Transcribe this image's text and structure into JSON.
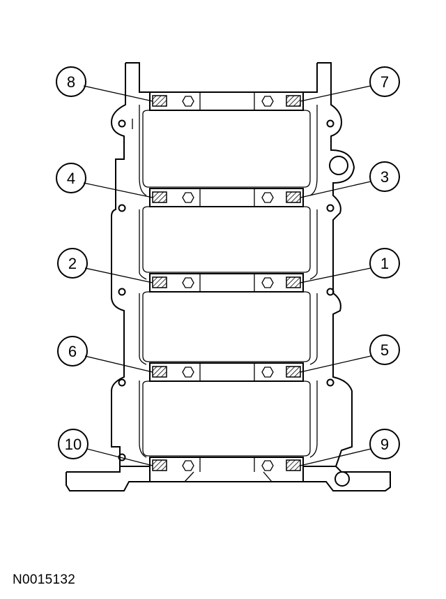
{
  "figure_id": "N0015132",
  "callouts": {
    "c1": "1",
    "c2": "2",
    "c3": "3",
    "c4": "4",
    "c5": "5",
    "c6": "6",
    "c7": "7",
    "c8": "8",
    "c9": "9",
    "c10": "10"
  },
  "colors": {
    "line": "#000000",
    "background": "#ffffff"
  }
}
